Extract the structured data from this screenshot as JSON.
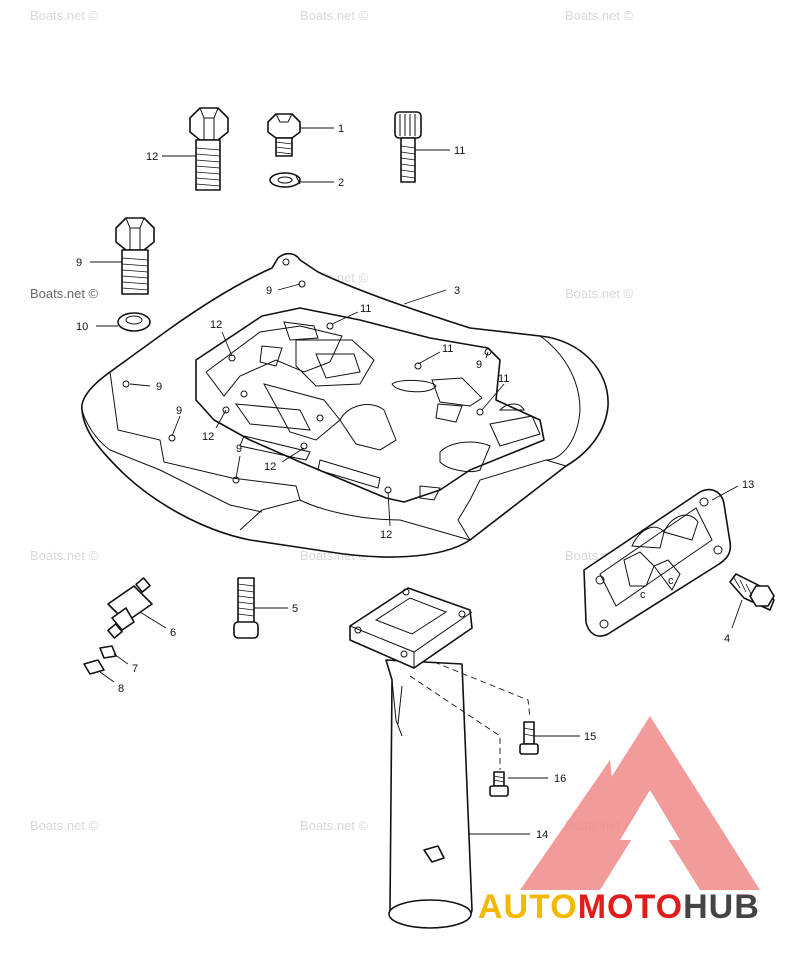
{
  "watermark": {
    "text": "Boats.net ©"
  },
  "brand": {
    "part1": "AUTO",
    "part2": "MOTO",
    "part3": "HUB",
    "colors": {
      "part1": "#f5b800",
      "part2": "#e21b1b",
      "part3": "#444444",
      "triangle": "#f08a8a"
    }
  },
  "callouts": {
    "c1": "1",
    "c2": "2",
    "c3": "3",
    "c4": "4",
    "c5": "5",
    "c6": "6",
    "c7": "7",
    "c8": "8",
    "c9a": "9",
    "c9b": "9",
    "c9c": "9",
    "c9d": "9",
    "c9e": "9",
    "c9f": "9",
    "c10": "10",
    "c11a": "11",
    "c11b": "11",
    "c11c": "11",
    "c11d": "11",
    "c12a": "12",
    "c12b": "12",
    "c12c": "12",
    "c12d": "12",
    "c12e": "12",
    "c13": "13",
    "c14": "14",
    "c15": "15",
    "c16": "16"
  }
}
